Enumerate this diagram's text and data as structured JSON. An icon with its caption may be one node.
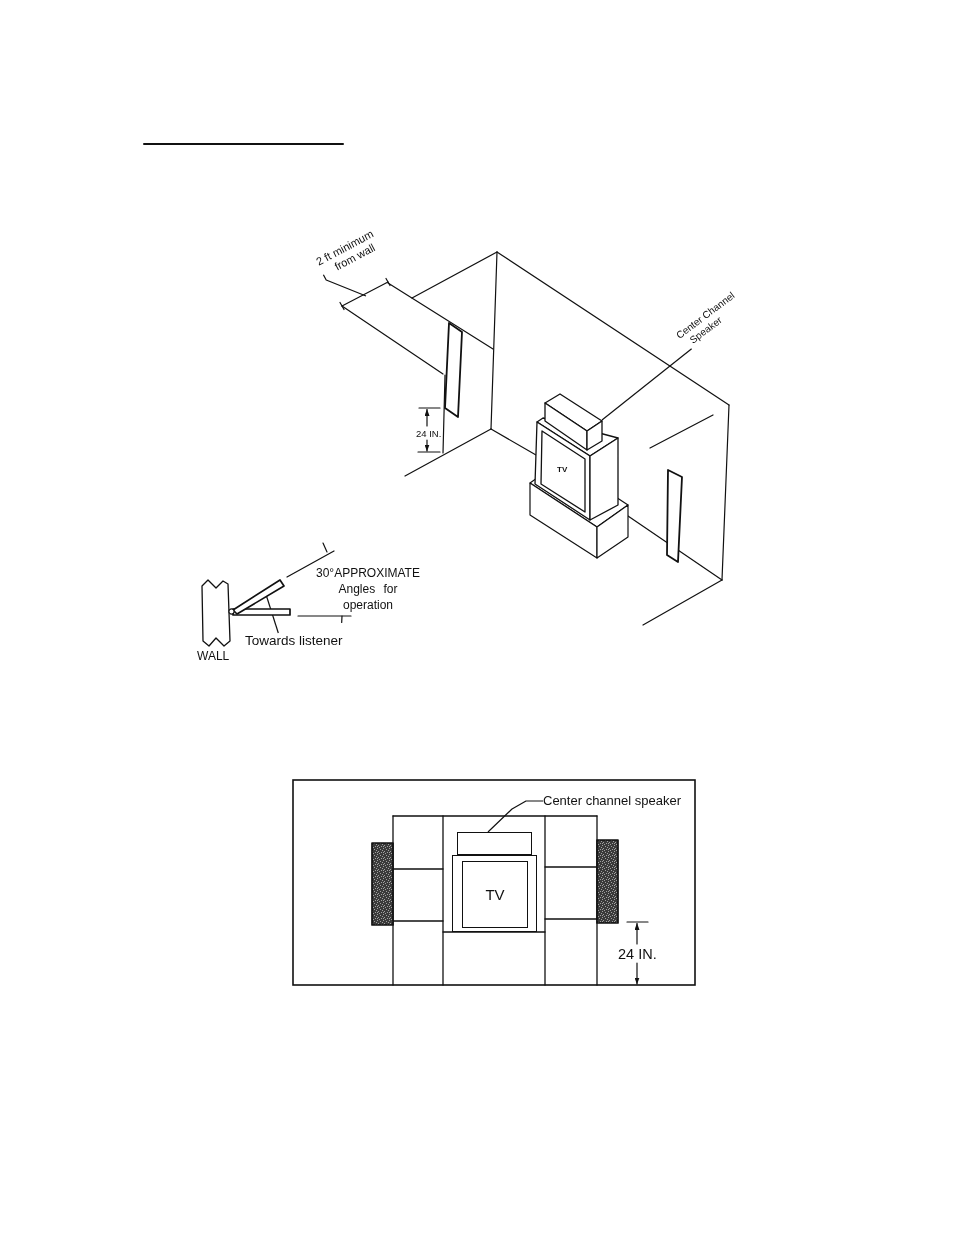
{
  "diagram": {
    "nodes": [
      {
        "text": [
          "2 ft minimum from wall"
        ]
      },
      {
        "text": [
          "Center Channel Speaker"
        ]
      },
      {
        "text": [],
        "shape": "box"
      },
      {
        "text": [
          "TV"
        ]
      },
      {
        "text": [],
        "shape": "bar"
      },
      {
        "text": [],
        "shape": "bar"
      },
      {
        "text": [
          "Towards listener"
        ]
      },
      {
        "text": [
          "Center channel speaker"
        ]
      },
      {
        "text": [],
        "shape": "bar"
      },
      {
        "text": [],
        "shape": "box"
      },
      {
        "text": [
          "TV"
        ]
      },
      {
        "text": [],
        "shape": "bar"
      }
    ],
    "edges": [
      {
        "from": 0,
        "to": null,
        "arrow": "none"
      },
      {
        "from": 1,
        "to": 2,
        "arrow": "none"
      },
      {
        "from": 6,
        "to": 4,
        "arrow": "none"
      },
      {
        "from": 7,
        "to": 9,
        "arrow": "none"
      }
    ],
    "labels": [
      "24 IN.",
      "30°APPROXIMATE Angles for operation",
      "WALL",
      "24 IN."
    ]
  }
}
